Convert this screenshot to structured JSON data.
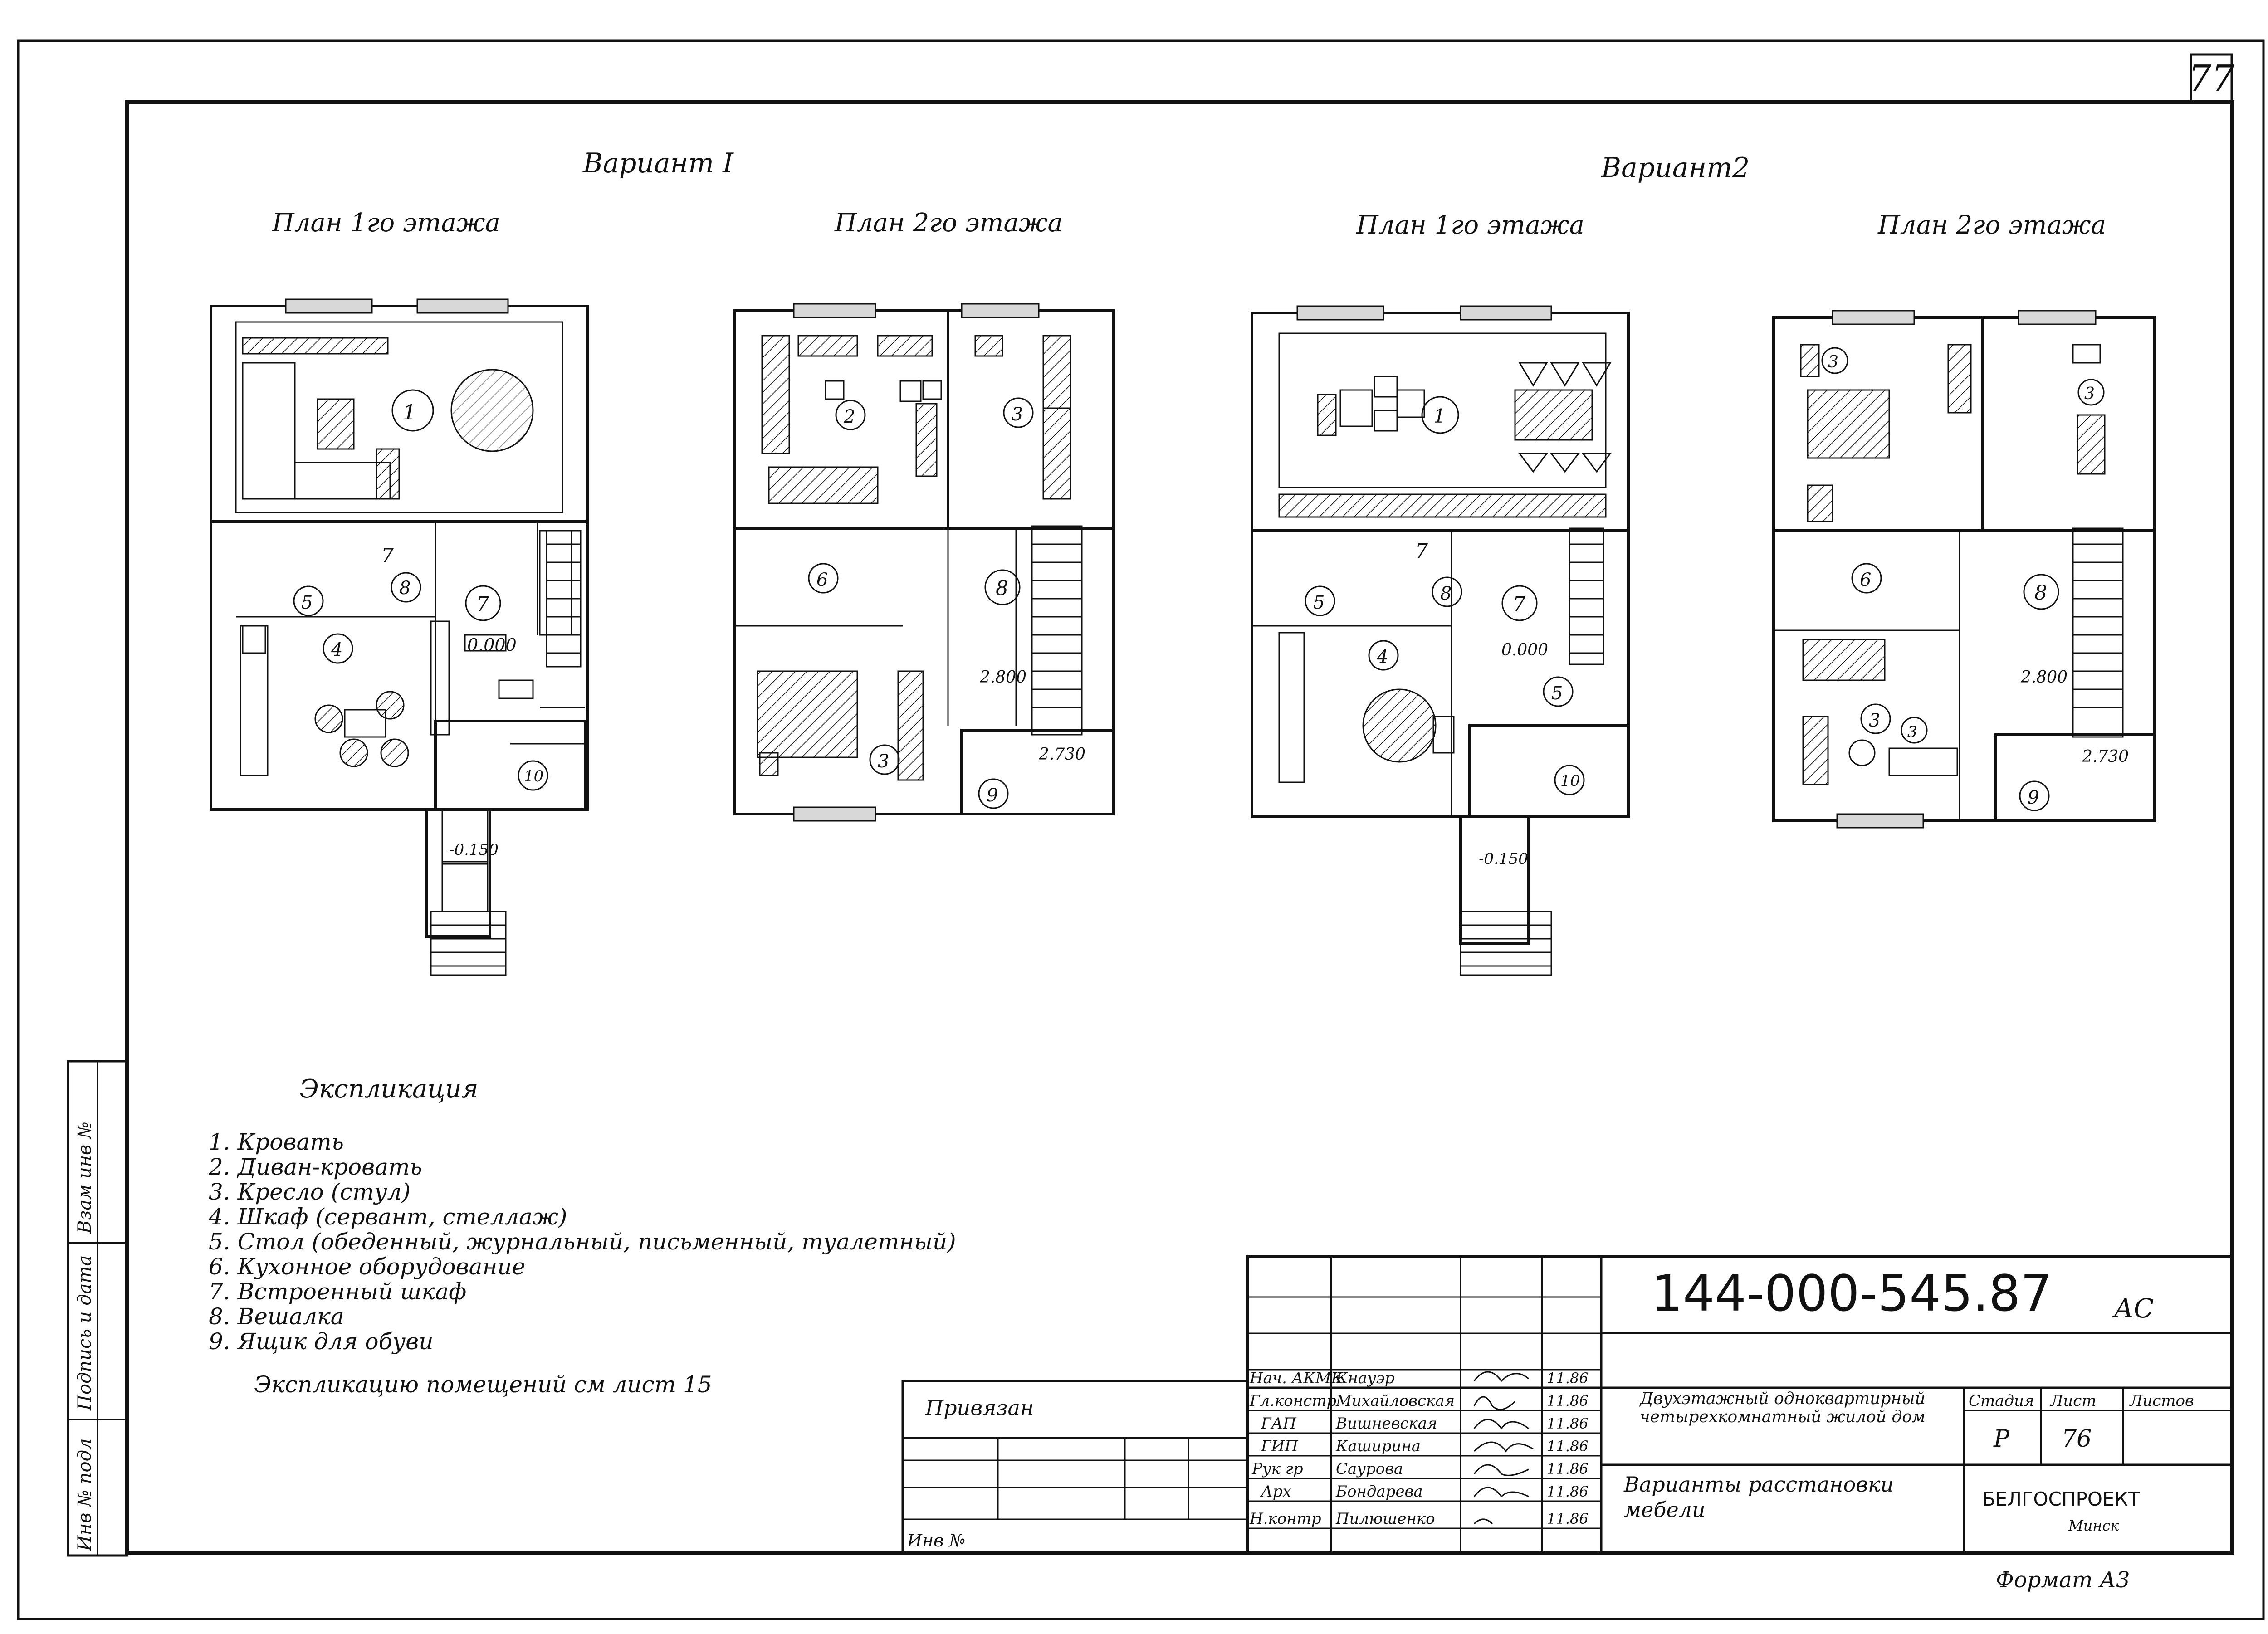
{
  "sheet_number": "77",
  "variant1": {
    "title": "Вариант I",
    "plan1": {
      "title": "План 1го этажа",
      "levels": [
        "0.000",
        "-0.150"
      ]
    },
    "plan2": {
      "title": "План 2го этажа",
      "levels": [
        "2.800",
        "2.730"
      ]
    }
  },
  "variant2": {
    "title": "Вариант2",
    "plan1": {
      "title": "План 1го этажа",
      "levels": [
        "0.000",
        "-0.150"
      ]
    },
    "plan2": {
      "title": "План 2го этажа",
      "levels": [
        "2.800",
        "2.730"
      ]
    }
  },
  "explication": {
    "title": "Экспликация",
    "items": [
      "1. Кровать",
      "2. Диван-кровать",
      "3. Кресло (стул)",
      "4. Шкаф (сервант, стеллаж)",
      "5. Стол (обеденный, журнальный, письменный, туалетный)",
      "6. Кухонное оборудование",
      "7. Встроенный шкаф",
      "8. Вешалка",
      "9. Ящик для обуви"
    ],
    "note": "Экспликацию помещений см лист 15"
  },
  "side_stamp": [
    "Инв № подл",
    "Подпись и дата",
    "Взам инв №"
  ],
  "title_block": {
    "doc_code": "144-000-545.87",
    "mark": "АС",
    "privyazan": "Привязан",
    "inv_label": "Инв №",
    "roles": [
      "Нач. АКМК",
      "Гл.констр",
      "ГАП",
      "ГИП",
      "Рук гр",
      "Арх",
      "Н.контр"
    ],
    "names": [
      "Кнауэр",
      "Михайловская",
      "Вишневская",
      "Каширина",
      "Саурова",
      "Бондарева",
      "Пилюшенко"
    ],
    "dates": [
      "11.86",
      "11.86",
      "11.86",
      "11.86",
      "11.86",
      "11.86",
      "11.86"
    ],
    "project": "Двухэтажный одноквартирный четырехкомнатный жилой дом",
    "sheet_title": "Варианты расстановки мебели",
    "stage_label": "Стадия",
    "sheet_label": "Лист",
    "sheets_label": "Листов",
    "stage": "Р",
    "sheet": "76",
    "org": "БЕЛГОСПРОЕКТ",
    "city": "Минск"
  },
  "format": "Формат А3"
}
